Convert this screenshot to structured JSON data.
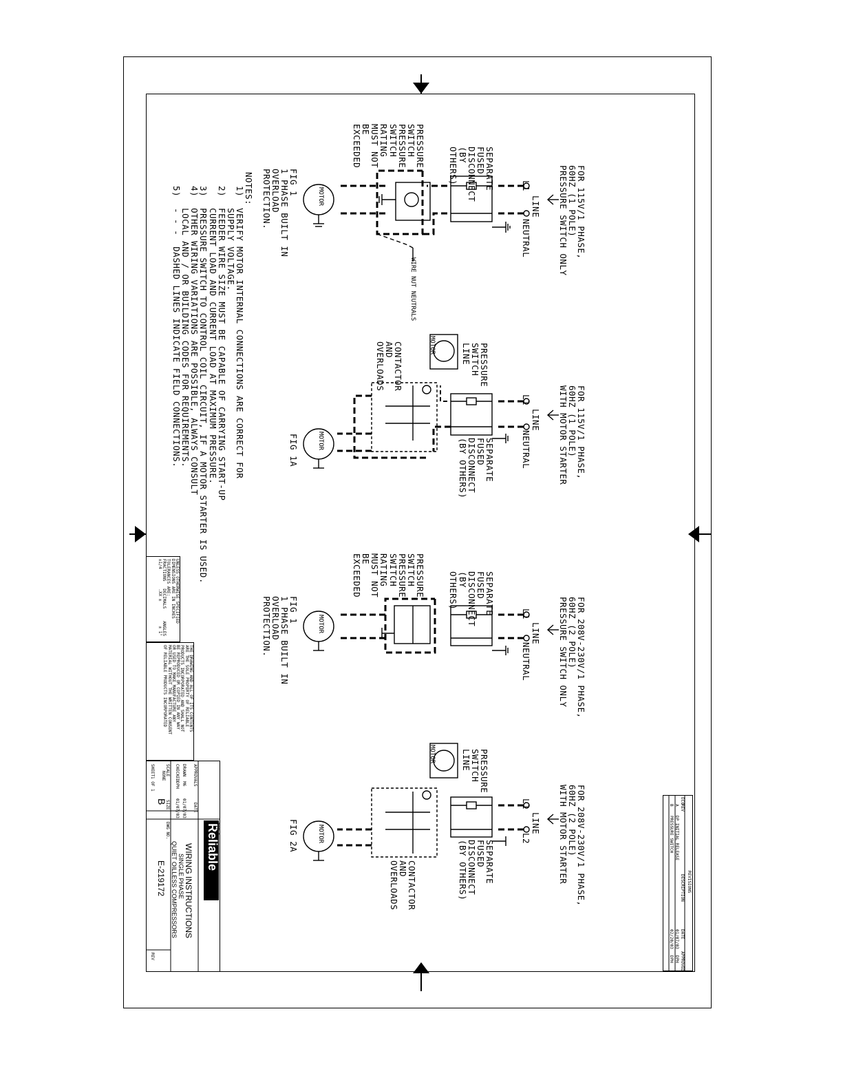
{
  "drawing": {
    "title": "WIRING INSTRUCTIONS",
    "subtitle": "SINGLE PHASE",
    "product": "QUIET OILLESS COMPRESSORS",
    "brand": "Reliable",
    "dwg_no": "E-219172",
    "size": "B",
    "scale": "NONE",
    "sheet": "1 OF 1",
    "drawn_by": "M6",
    "checked_by": "DPH",
    "approved_by": "",
    "labels": {
      "approvals": "APPROVALS",
      "date": "DATE",
      "title": "TITLE",
      "drawn": "DRAWN",
      "checked": "CHECKED",
      "scale": "SCALE",
      "sheet": "SHEET",
      "size": "SIZE",
      "dwg_no": "DWG NO.",
      "rev": "REV"
    },
    "dates": [
      "01/07/03",
      "01/07/03"
    ],
    "tolerances": "UNLESS OTHERWISE SPECIFIED\nDIMENSIONS ARE IN INCHES\nTOLERANCES ARE:\nFRACTIONS   DECIMALS     ANGLES\n±1/4        .XX ±          ± 1°",
    "proprietary": "THE DRAWING AND ALL OF ITS CONTENTS\nARE THE SOLE PROPERTY OF RELIABLE\nPRODUCTS INCORPORATED AND SHALL NOT\nBE REPRODUCED OR COPIED IN ANY WAY\nOR USED TO MAKE MANUFACTURE ANY\nMATERIAL WITHOUT THE WRITTEN CONSENT\nOF RELIABLE PRODUCTS INCORPORATED"
  },
  "revisions": {
    "header": "REVISIONS",
    "columns": [
      "ECO",
      "REV",
      "DESCRIPTION",
      "DATE",
      "APPROVED"
    ],
    "rows": [
      [
        "",
        "A",
        "DP INITIAL RELEASE",
        "01/07/03",
        "DPH"
      ],
      [
        "",
        "B",
        "PRESSURE SWITCH",
        "02/20/03",
        "DPH"
      ]
    ]
  },
  "fig1": {
    "heading": "FOR 115V/1 PHASE,\n60HZ (1 POLE)\nPRESSURE SWITCH ONLY",
    "line": "LINE",
    "l1": "L1",
    "neutral": "NEUTRAL",
    "disconnect": "SEPARATE\nFUSED\nDISCONNECT\n(BY\nOTHERS)",
    "switch_note": "PRESSURE\nSWITCH\nPRESSURE\nSWITCH\nRATING\nMUST NOT\nBE\nEXCEEDED",
    "motor": "MOTOR",
    "caption": "FIG 1\n1 PHASE BUILT IN\nOVERLOAD\nPROTECTION.",
    "wire_nut": "WIRE NUT NEUTRALS"
  },
  "notes": {
    "heading": "NOTES:",
    "items": "1)  VERIFY MOTOR INTERNAL CONNECTIONS ARE CORRECT FOR\n    SUPPLY VOLTAGE.\n2)  FEEDER WIRE SIZE MUST BE CAPABLE OF CARRYING START-UP\n    CURRENT LOAD AND CURRENT LOAD AT MAXIMUM PRESSURE.\n3)  PRESSURE SWITCH TO CONTROL COIL CIRCUIT, IF A MOTOR STARTER IS USED.\n4)  OTHER WIRING VARIATIONS ARE POSSIBLE, ALWAYS CONSULT\n    LOCAL AND / OR BUILDING CODES FOR REQUIREMENTS.\n5)  - - -  DASHED LINES INDICATE FIELD CONNECTIONS."
  },
  "fig1a": {
    "heading": "FOR 115V/1 PHASE,\n60HZ (1 POLE)\nWITH MOTOR STARTER",
    "line": "LINE",
    "l1": "L1",
    "neutral": "NEUTRAL",
    "pressure_switch": "PRESSURE\nSWITCH\nLINE",
    "motor_label": "MOTOR",
    "contactor": "CONTACTOR\nAND\nOVERLOADS",
    "disconnect": "SEPARATE\nFUSED\nDISCONNECT\n(BY OTHERS)",
    "motor": "MOTOR",
    "caption": "FIG 1A"
  },
  "fig2": {
    "heading": "FOR 208V-230V/1 PHASE,\n60HZ (2 POLE)\nPRESSURE SWITCH ONLY",
    "line": "LINE",
    "l1": "L1",
    "neutral": "NEUTRAL",
    "disconnect": "SEPARATE\nFUSED\nDISCONNECT\n(BY\nOTHERS)",
    "switch_note": "PRESSURE\nSWITCH\nPRESSURE\nSWITCH\nRATING\nMUST NOT\nBE\nEXCEEDED",
    "motor": "MOTOR",
    "caption": "FIG 1\n1 PHASE BUILT IN\nOVERLOAD\nPROTECTION."
  },
  "fig2a": {
    "heading": "FOR 208V-230V/1 PHASE,\n60HZ (2 POLE)\nWITH MOTOR STARTER",
    "line": "LINE",
    "l1": "L1",
    "l2": "L2",
    "pressure_switch": "PRESSURE\nSWITCH\nLINE",
    "motor_label": "MOTOR",
    "contactor": "CONTACTOR\nAND\nOVERLOADS",
    "disconnect": "SEPARATE\nFUSED\nDISCONNECT\n(BY OTHERS)",
    "motor": "MOTOR",
    "caption": "FIG 2A"
  }
}
